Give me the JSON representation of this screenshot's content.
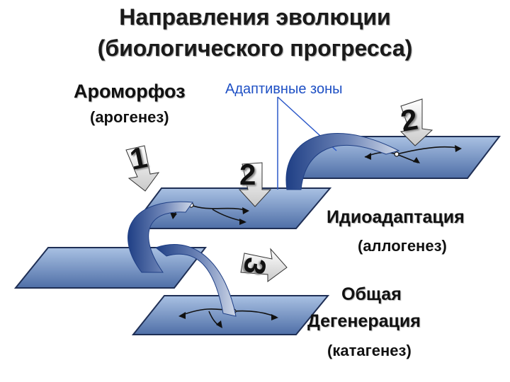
{
  "title": {
    "line1": "Направления эволюции",
    "line2": "(биологического прогресса)"
  },
  "labels": {
    "aromorphosis": "Ароморфоз",
    "arogenesis": "(арогенез)",
    "adaptive_zones": "Адаптивные зоны",
    "idioadaptation": "Идиоадаптация",
    "allogenesis": "(аллогенез)",
    "general": "Общая",
    "degeneration": "Дегенерация",
    "catagenesis": "(катагенез)"
  },
  "numbers": {
    "aromorphosis": "1",
    "idioadaptation_mid": "2",
    "idioadaptation_top": "2",
    "degeneration": "3"
  },
  "colors": {
    "plane_top": "#a9c1e3",
    "plane_bottom": "#4f6fa7",
    "plane_edge": "#1f2f55",
    "arrow_dark": "#1f3f85",
    "arrow_light": "#cfd8e8",
    "pointer_line": "#2b58c9"
  }
}
